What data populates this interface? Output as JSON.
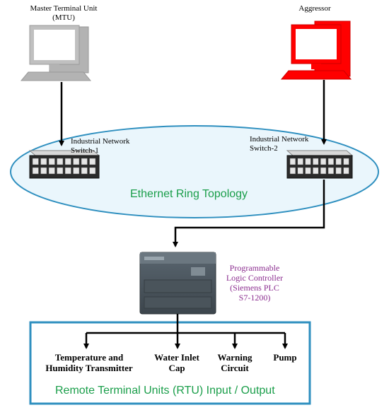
{
  "diagram": {
    "mtu": {
      "label_line1": "Master Terminal Unit",
      "label_line2": "(MTU)",
      "color": "#b3b3b3"
    },
    "aggressor": {
      "label": "Aggressor",
      "color": "#ff0000"
    },
    "switch1": {
      "label_line1": "Industrial Network",
      "label_line2": "Switch-1"
    },
    "switch2": {
      "label_line1": "Industrial Network",
      "label_line2": "Switch-2"
    },
    "ring": {
      "label": "Ethernet Ring Topology",
      "border_color": "#2e8fbf",
      "fill_color": "#eaf6fc"
    },
    "plc": {
      "line1": "Programmable",
      "line2": "Logic Controller",
      "line3": "(Siemens PLC",
      "line4": "S7-1200)",
      "text_color": "#8b2d8f"
    },
    "rtu": {
      "title": "Remote Terminal Units (RTU) Input / Output",
      "items": [
        {
          "line1": "Temperature and",
          "line2": "Humidity Transmitter"
        },
        {
          "line1": "Water Inlet",
          "line2": "Cap"
        },
        {
          "line1": "Warning",
          "line2": "Circuit"
        },
        {
          "line1": "Pump",
          "line2": ""
        }
      ],
      "box_color": "#2e8fbf",
      "title_color": "#1a9e4a"
    }
  }
}
